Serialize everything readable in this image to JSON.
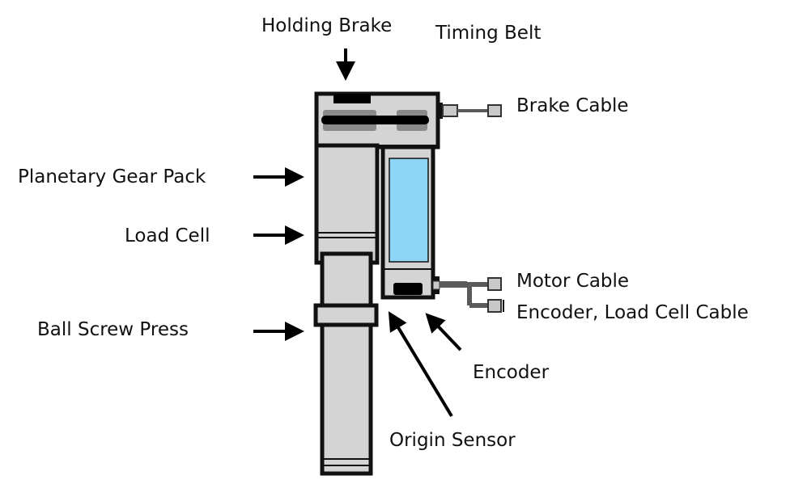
{
  "diagram": {
    "title": "Press actuator component diagram",
    "labels": {
      "holding_brake": "Holding Brake",
      "timing_belt": "Timing Belt",
      "brake_cable": "Brake Cable",
      "planetary_gear_pack": "Planetary Gear Pack",
      "load_cell": "Load Cell",
      "motor_cable": "Motor Cable",
      "encoder_load_cell_cable": "Encoder, Load Cell Cable",
      "ball_screw_press": "Ball Screw Press",
      "encoder": "Encoder",
      "origin_sensor": "Origin Sensor"
    },
    "colors": {
      "outline": "#111111",
      "body_fill": "#d4d4d4",
      "motor_fill": "#8ed6f5",
      "belt_pulley": "#8a8a8a",
      "cable": "#5a5a5a",
      "connector_fill": "#c8c8c8",
      "text": "#111111"
    }
  }
}
